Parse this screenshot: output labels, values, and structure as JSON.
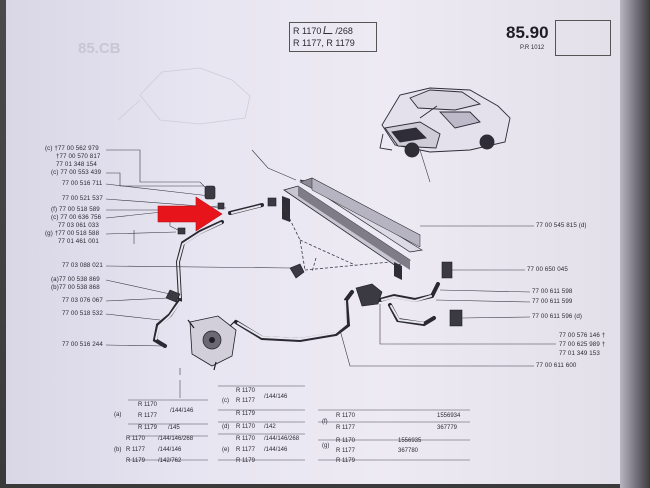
{
  "header": {
    "models_line1": "R 1170",
    "models_line1_suffix": "/268",
    "models_line2": "R 1177, R 1179",
    "page_number": "85.90",
    "page_sub": "P.R 1012",
    "ghost_number": "85.CB"
  },
  "left_parts": [
    {
      "mark": "(c)",
      "number": "77 00 562 979",
      "symbol": "†"
    },
    {
      "mark": "",
      "number": "77 00 570 817",
      "symbol": "†"
    },
    {
      "mark": "",
      "number": "77 01 348 154",
      "symbol": ""
    },
    {
      "mark": "(c)",
      "number": "77 00 553 439",
      "symbol": ""
    },
    {
      "mark": "",
      "number": "77 00 516 711",
      "symbol": ""
    },
    {
      "mark": "",
      "number": "77 00 521 537",
      "symbol": ""
    },
    {
      "mark": "(f)",
      "number": "77 00 518 589",
      "symbol": ""
    },
    {
      "mark": "(c)",
      "number": "77 00 636 756",
      "symbol": ""
    },
    {
      "mark": "",
      "number": "77 03 061 033",
      "symbol": ""
    },
    {
      "mark": "(g)",
      "number": "77 00 518 588",
      "symbol": "†"
    },
    {
      "mark": "",
      "number": "77 01 461 001",
      "symbol": ""
    },
    {
      "mark": "",
      "number": "77 03 088 021",
      "symbol": ""
    },
    {
      "mark": "(a)",
      "number": "77 00 538 869",
      "symbol": ""
    },
    {
      "mark": "(b)",
      "number": "77 00 538 868",
      "symbol": ""
    },
    {
      "mark": "",
      "number": "77 03 076 067",
      "symbol": ""
    },
    {
      "mark": "",
      "number": "77 00 518 532",
      "symbol": ""
    },
    {
      "mark": "",
      "number": "77 00 516 244",
      "symbol": ""
    }
  ],
  "right_parts": [
    {
      "number": "77 00 545 815 (d)"
    },
    {
      "number": "77 00 650 045"
    },
    {
      "number": "77 00 611 598"
    },
    {
      "number": "77 00 611 599"
    },
    {
      "number": "77 00 611 596 (d)"
    },
    {
      "number": "77 00 576 146 †"
    },
    {
      "number": "77 00 625 989 †"
    },
    {
      "number": "77 01 349 153"
    },
    {
      "number": "77 00 611 600"
    }
  ],
  "legend": {
    "a": {
      "line1": "R 1170",
      "suffix1": "/144/146",
      "mark": "(a)",
      "line2": "R 1177",
      "line3": "R 1179",
      "suffix3": "/145"
    },
    "b": {
      "line1": "R 1170",
      "suffix1": "/144/146/268",
      "mark": "(b)",
      "line2": "R 1177",
      "suffix2": "/144/146",
      "line3": "R 1179",
      "suffix3": "/142/762"
    },
    "c": {
      "line1": "R 1170",
      "mark": "(c)",
      "line2": "R 1177",
      "suffix2": "/144/146",
      "line3": "R 1179"
    },
    "d": {
      "mark": "(d)",
      "line1": "R 1170",
      "suffix1": "/142"
    },
    "e": {
      "mark": "(e)",
      "line1": "R 1170",
      "suffix1": "/144/146/268",
      "line2": "R 1177",
      "suffix2": "/144/146",
      "line3": "R 1179"
    },
    "f": {
      "mark": "(f)",
      "line1": "R 1170",
      "code1a": "1556934",
      "line2": "R 1177",
      "code2a": "367779"
    },
    "g": {
      "mark": "(g)",
      "line1": "R 1170",
      "code1a": "1556935",
      "line2": "R 1177",
      "code2a": "367780",
      "line3": "R 1179"
    }
  },
  "colors": {
    "arrow": "#e8141c",
    "ink": "#2c2a33",
    "paper": "#e7e5f1"
  }
}
